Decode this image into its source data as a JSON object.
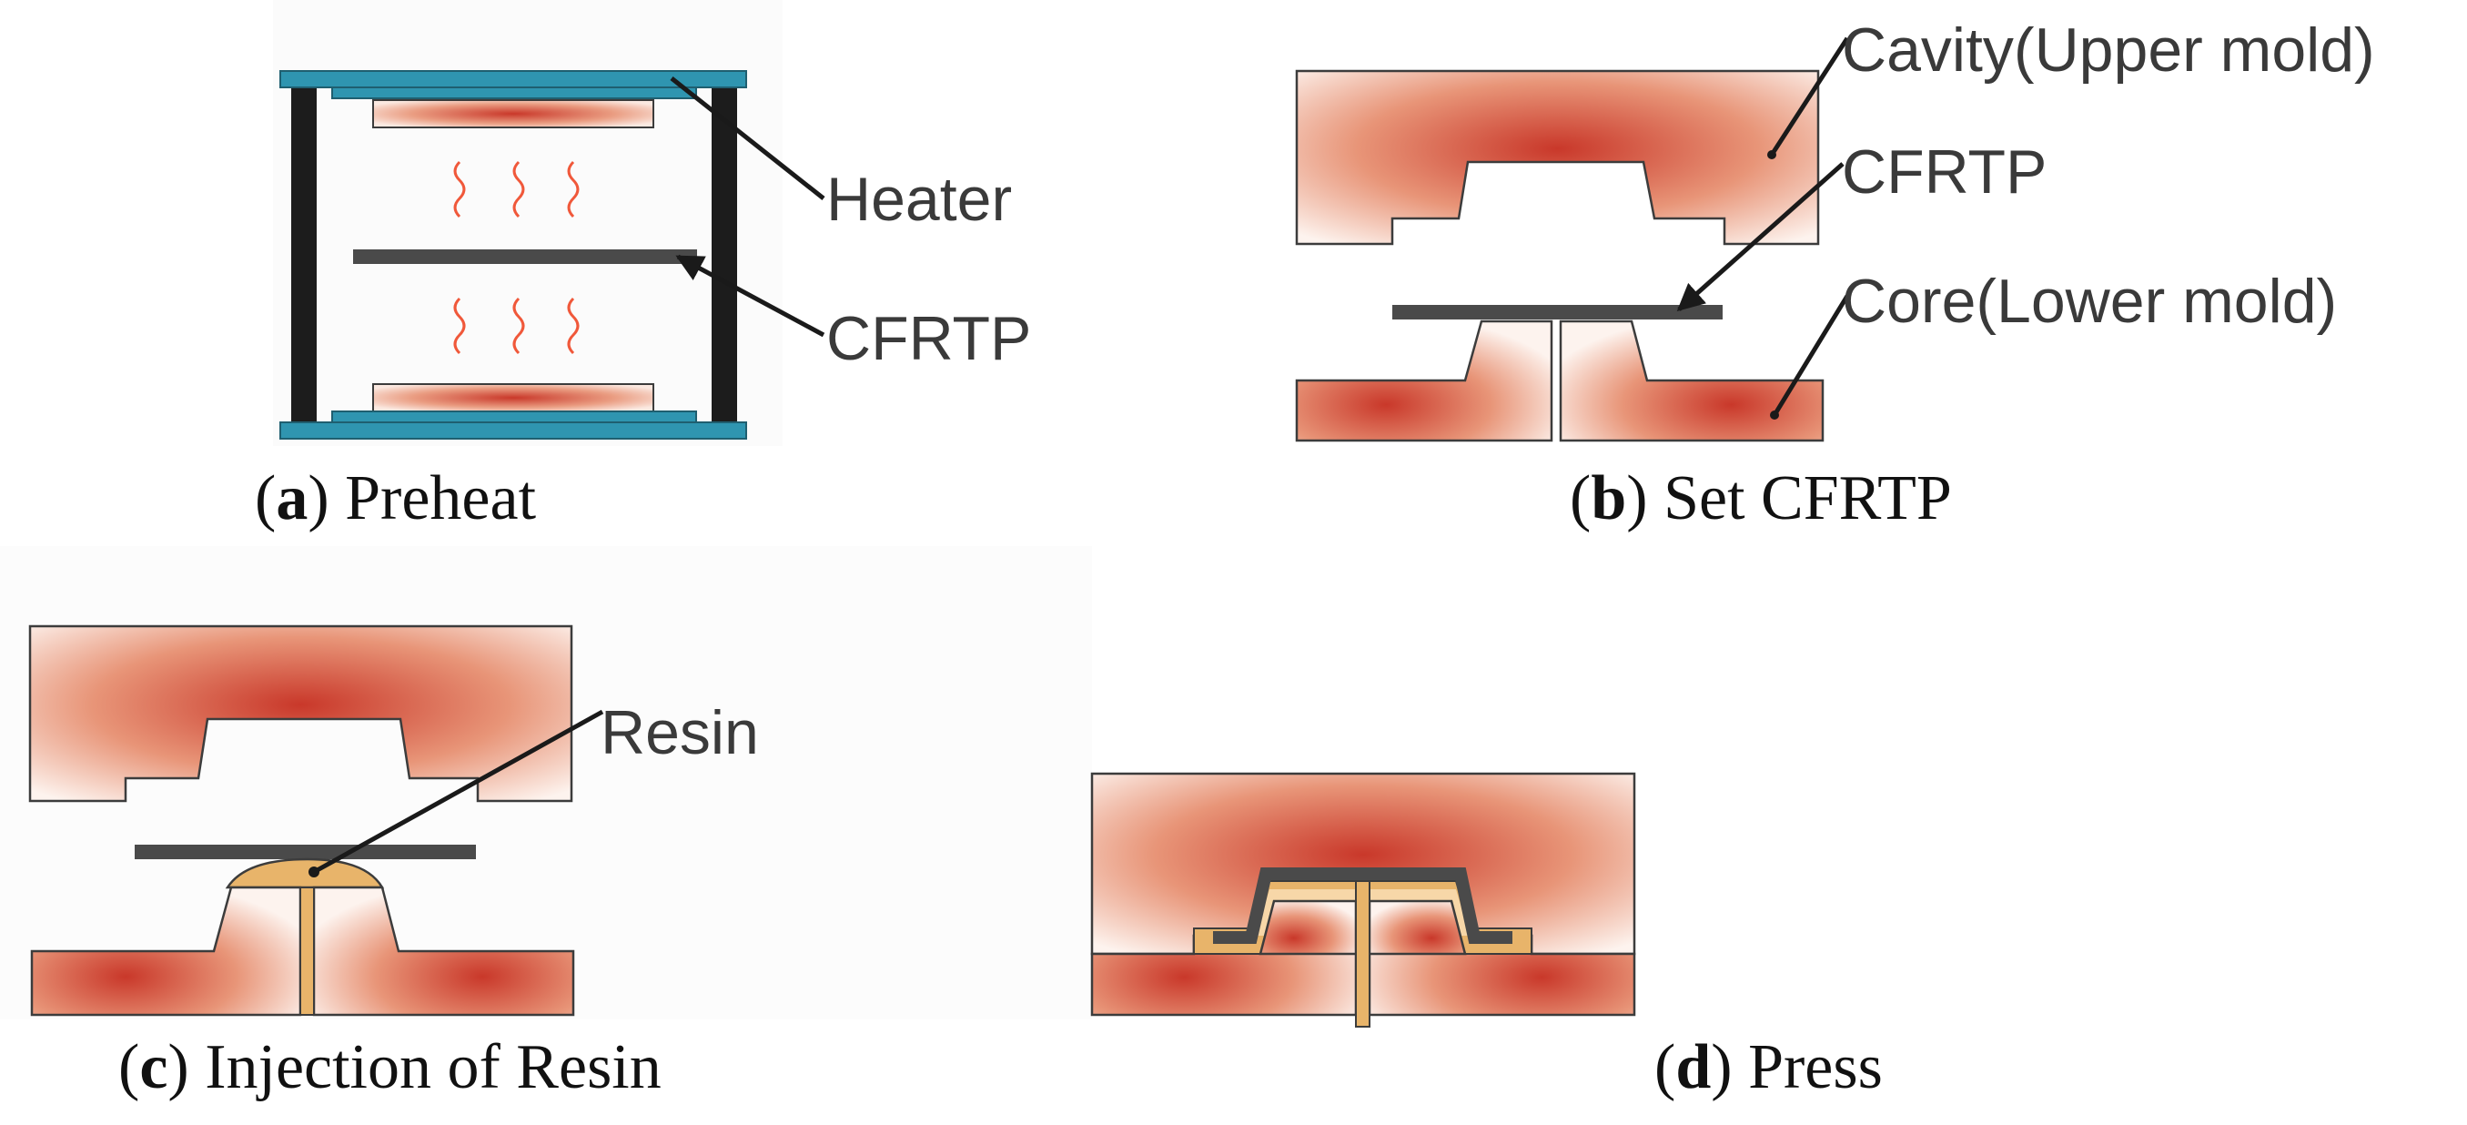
{
  "panels": {
    "a": {
      "caption_letter": "a",
      "caption_text": "Preheat",
      "labels": {
        "heater": "Heater",
        "cfrtp": "CFRTP"
      }
    },
    "b": {
      "caption_letter": "b",
      "caption_text": "Set CFRTP",
      "labels": {
        "cavity": "Cavity(Upper mold)",
        "cfrtp": "CFRTP",
        "core": "Core(Lower mold)"
      }
    },
    "c": {
      "caption_letter": "c",
      "caption_text": "Injection of Resin",
      "labels": {
        "resin": "Resin"
      }
    },
    "d": {
      "caption_letter": "d",
      "caption_text": "Press"
    }
  },
  "colors": {
    "mold_hot": "#c9382a",
    "mold_mid": "#e89578",
    "mold_edge": "#fdf3ee",
    "cfrtp": "#4a4a4a",
    "resin": "#e8b46a",
    "heater_plate": "#2f95b0",
    "heat_wave": "#f0583a",
    "frame": "#1c1c1c"
  }
}
